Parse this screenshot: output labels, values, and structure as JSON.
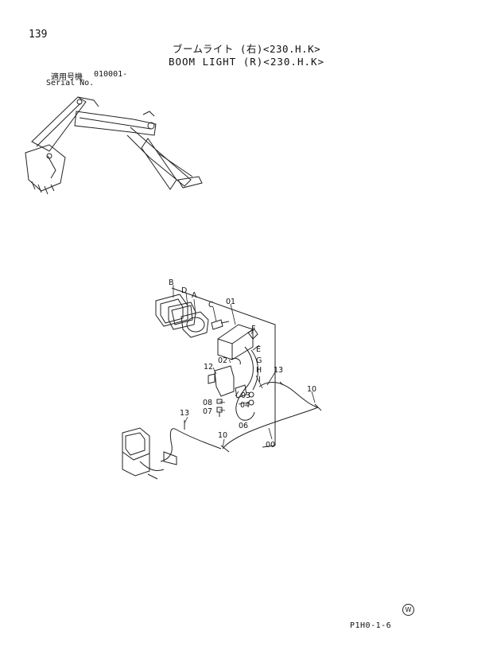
{
  "header": {
    "page_number": "139",
    "title_jp": "ブームライト (右)<230.H.K>",
    "title_en": "BOOM LIGHT (R)<230.H.K>"
  },
  "serial": {
    "label_jp": "適用号機",
    "value": "010001-",
    "label_en": "Serial No."
  },
  "footer": {
    "page_code": "P1H0-1-6",
    "mark": "W"
  },
  "callouts": {
    "B": "B",
    "D": "D",
    "A": "A",
    "C": "C",
    "F": "F",
    "E": "E",
    "G": "G",
    "H": "H",
    "I": "I",
    "p01": "01",
    "p02": "02",
    "p03": "03",
    "p04": "04",
    "p06": "06",
    "p07": "07",
    "p08": "08",
    "p00": "00",
    "p10a": "10",
    "p10b": "10",
    "p12": "12",
    "p13a": "13",
    "p13b": "13"
  }
}
